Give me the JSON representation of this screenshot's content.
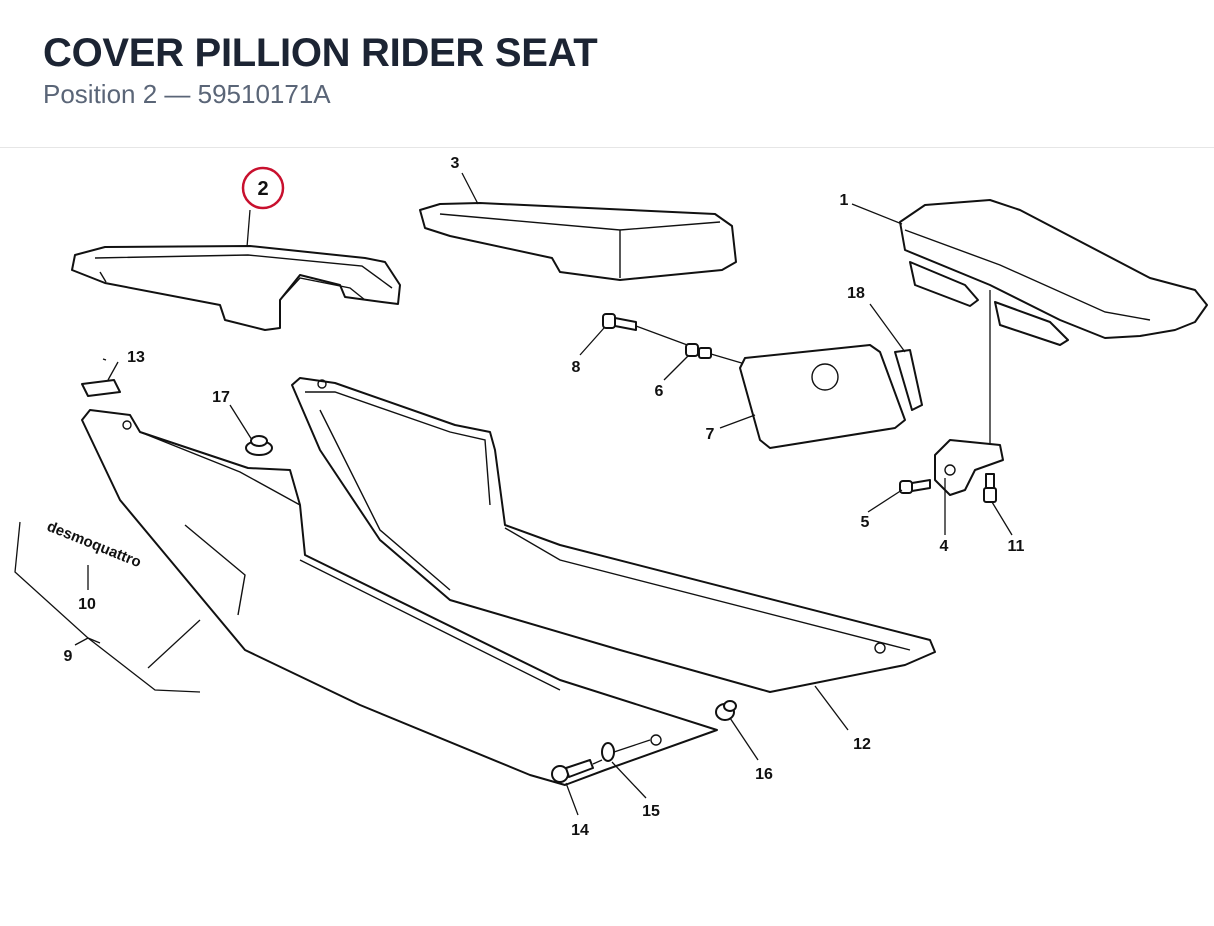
{
  "header": {
    "title": "COVER PILLION RIDER SEAT",
    "subtitle": "Position 2 — 59510171A"
  },
  "highlight": {
    "number": "2",
    "color": "#c8102e"
  },
  "callouts": {
    "c1": "1",
    "c3": "3",
    "c4": "4",
    "c5": "5",
    "c6": "6",
    "c7": "7",
    "c8": "8",
    "c9": "9",
    "c10": "10",
    "c11": "11",
    "c12": "12",
    "c13": "13",
    "c14": "14",
    "c15": "15",
    "c16": "16",
    "c17": "17",
    "c18": "18"
  },
  "decal_text": "desmoquattro",
  "icons": {
    "highlight_ring": "circle-highlight-icon"
  }
}
